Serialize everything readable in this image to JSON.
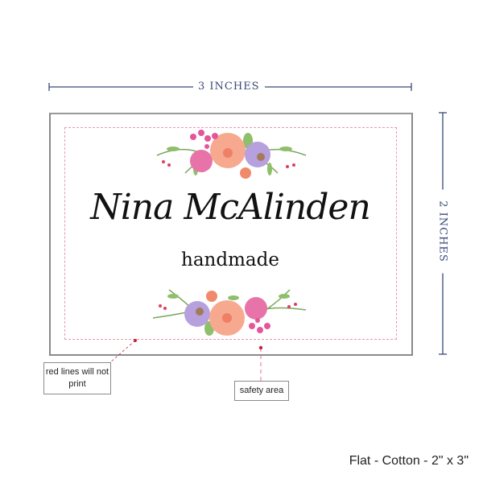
{
  "dimensions": {
    "width_label": "3 INCHES",
    "height_label": "2 INCHES"
  },
  "label": {
    "name": "Nina McAlinden",
    "subtitle": "handmade"
  },
  "callouts": {
    "red_lines": "red lines will not print",
    "safety": "safety area"
  },
  "footer": {
    "product": "Flat - Cotton - 2\" x 3\""
  },
  "colors": {
    "dimension": "#3a4a7a",
    "safety_line": "#e89aa8",
    "marker": "#c8203c"
  }
}
